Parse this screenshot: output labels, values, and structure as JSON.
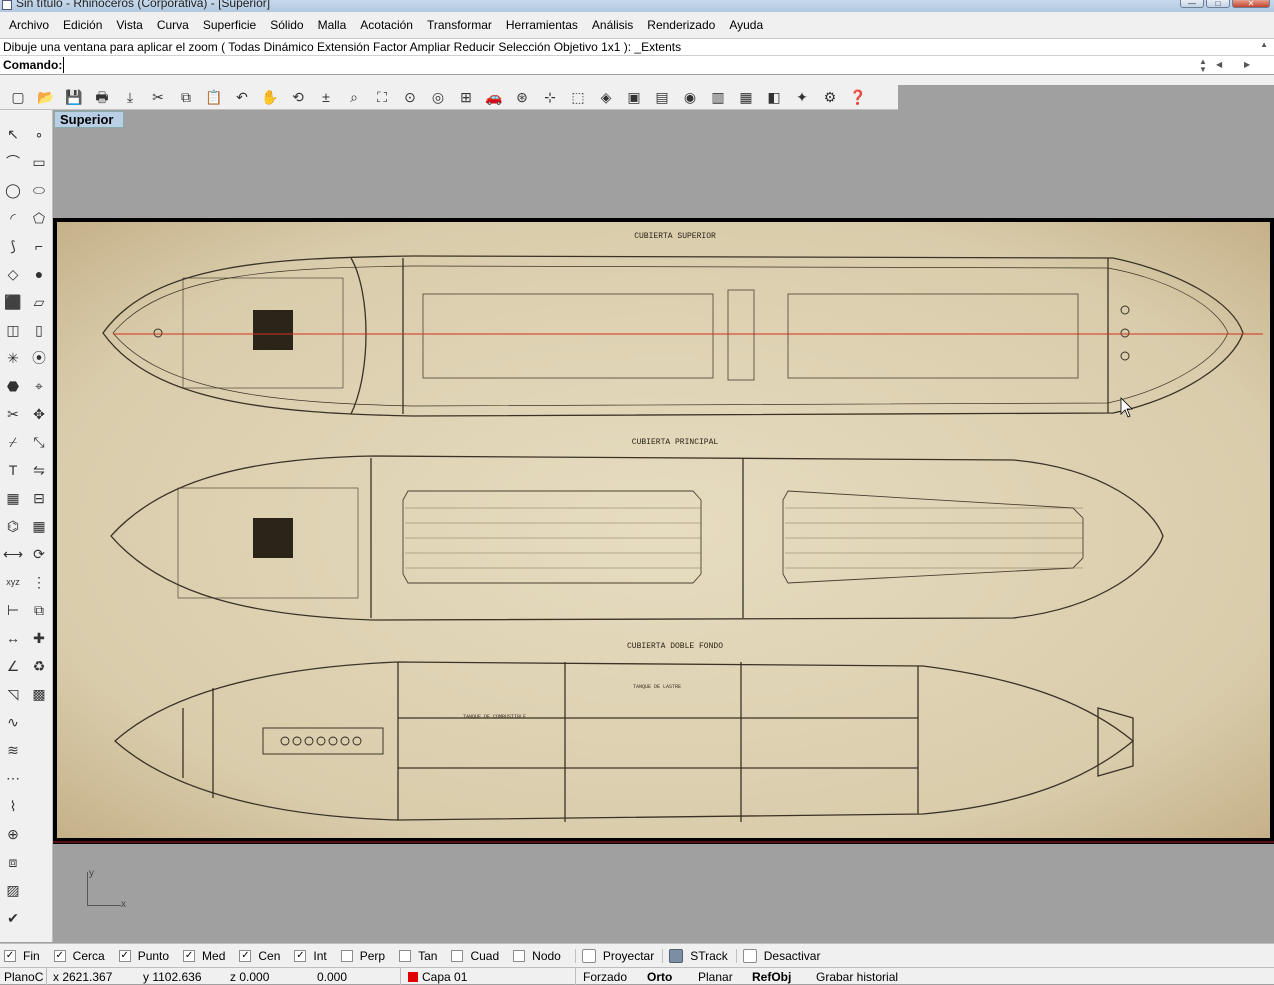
{
  "window": {
    "title": "Sin título - Rhinoceros (Corporativa) - [Superior]",
    "minimize_glyph": "—",
    "maximize_glyph": "□",
    "close_glyph": "✕"
  },
  "menu": [
    "Archivo",
    "Edición",
    "Vista",
    "Curva",
    "Superficie",
    "Sólido",
    "Malla",
    "Acotación",
    "Transformar",
    "Herramientas",
    "Análisis",
    "Renderizado",
    "Ayuda"
  ],
  "command": {
    "history": "Dibuje una ventana para aplicar el zoom ( Todas  Dinámico  Extensión  Factor  Ampliar  Reducir  Selección  Objetivo  1x1 ): _Extents",
    "prompt_label": "Comando:",
    "value": ""
  },
  "toolbar_icons": [
    "new-file-icon",
    "open-folder-icon",
    "save-icon",
    "print-icon",
    "import-icon",
    "cut-icon",
    "copy-icon",
    "paste-icon",
    "undo-icon",
    "pan-hand-icon",
    "rotate-view-icon",
    "zoom-dynamic-icon",
    "zoom-window-icon",
    "zoom-extents-icon",
    "zoom-selected-icon",
    "zoom-target-icon",
    "four-viewports-icon",
    "car-object-icon",
    "render-mesh-icon",
    "grid-snap-icon",
    "select-objects-icon",
    "shaded-view-icon",
    "camera-icon",
    "layers-icon",
    "color-wheel-icon",
    "render-icon",
    "render-preview-icon",
    "material-icon",
    "light-icon",
    "options-icon",
    "help-icon"
  ],
  "toolbar_glyphs": [
    "▢",
    "📂",
    "💾",
    "🖶",
    "⤓",
    "✂",
    "⧉",
    "📋",
    "↶",
    "✋",
    "⟲",
    "±",
    "⌕",
    "⛶",
    "⊙",
    "◎",
    "⊞",
    "🚗",
    "⊛",
    "⊹",
    "⬚",
    "◈",
    "▣",
    "▤",
    "◉",
    "▥",
    "▦",
    "◧",
    "✦",
    "⚙",
    "❓"
  ],
  "left_icons": {
    "col1": [
      "select-arrow-icon",
      "polyline-icon",
      "circle-icon",
      "arc-icon",
      "curve-from-object-icon",
      "surface-icon",
      "box-solid-icon",
      "cylinder-icon",
      "explode-icon",
      "boolean-icon",
      "trim-icon",
      "split-icon",
      "text-icon",
      "array-icon",
      "mesh-icon",
      "dimension-icon",
      "coordinates-icon",
      "linear-dimension-icon",
      "distance-icon",
      "angle-icon",
      "annotation-icon",
      "curve-draft-icon",
      "analysis-icon",
      "points-icon",
      "curvature-icon",
      "transform-icon",
      "zebra-icon",
      "color-analysis-icon",
      "check-icon"
    ],
    "col2": [
      "point-icon",
      "rectangle-icon",
      "ellipse-icon",
      "polygon-icon",
      "fillet-icon",
      "sphere-icon",
      "planar-surface-icon",
      "extrude-icon",
      "blend-icon",
      "join-icon",
      "move-icon",
      "scale-icon",
      "mirror-icon",
      "offset-icon",
      "grid-icon",
      "history-icon",
      "control-points-icon",
      "cage-edit-icon",
      "gumball-icon",
      "rebuild-icon",
      "properties-icon"
    ],
    "col1_glyphs": [
      "↖",
      "⌒",
      "◯",
      "◜",
      "⟆",
      "◇",
      "⬛",
      "◫",
      "✳",
      "⬣",
      "✂",
      "⌿",
      "T",
      "▦",
      "⌬",
      "⟷",
      "xyz",
      "⊢",
      "↔",
      "∠",
      "◹",
      "∿",
      "≋",
      "⋯",
      "⌇",
      "⊕",
      "⧈",
      "▨",
      "✔"
    ],
    "col2_glyphs": [
      "∘",
      "▭",
      "⬭",
      "⬠",
      "⌐",
      "●",
      "▱",
      "▯",
      "⦿",
      "⌖",
      "✥",
      "⤡",
      "⇋",
      "⊟",
      "▦",
      "⟳",
      "⋮",
      "⧉",
      "✚",
      "♻",
      "▩"
    ]
  },
  "viewport": {
    "tab_label": "Superior",
    "axis_y": "y",
    "axis_x": "x"
  },
  "drawing": {
    "deck_upper": "CUBIERTA SUPERIOR",
    "deck_main": "CUBIERTA PRINCIPAL",
    "deck_double_bottom": "CUBIERTA DOBLE FONDO",
    "tank_labels": [
      "TANQUE DE COMBUSTIBLE",
      "TANQUE DE LASTRE"
    ]
  },
  "osnaps": [
    {
      "label": "Fin",
      "checked": true
    },
    {
      "label": "Cerca",
      "checked": true
    },
    {
      "label": "Punto",
      "checked": true
    },
    {
      "label": "Med",
      "checked": true
    },
    {
      "label": "Cen",
      "checked": true
    },
    {
      "label": "Int",
      "checked": true
    },
    {
      "label": "Perp",
      "checked": false
    },
    {
      "label": "Tan",
      "checked": false
    },
    {
      "label": "Cuad",
      "checked": false
    },
    {
      "label": "Nodo",
      "checked": false
    }
  ],
  "osnap_buttons": [
    {
      "label": "Proyectar",
      "on": false
    },
    {
      "label": "STrack",
      "on": true
    },
    {
      "label": "Desactivar",
      "on": false
    }
  ],
  "status": {
    "cplane": "PlanoC",
    "x": "x 2621.367",
    "y": "y 1102.636",
    "z": "z 0.000",
    "extra": "0.000",
    "layer": "Capa 01",
    "layer_color": "#e00000",
    "snap": "Forzado",
    "ortho": "Orto",
    "planar": "Planar",
    "osnap": "RefObj",
    "history": "Grabar historial"
  }
}
